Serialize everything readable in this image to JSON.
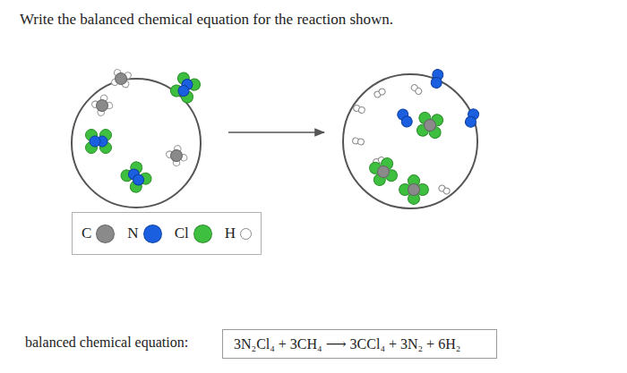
{
  "diagram": {
    "title": "Write the balanced chemical equation for the reaction shown.",
    "nodes": [
      {
        "text": [
          "3N₂Cl₄ + 3CH₄ ⟶ 3CCl₄ + 3N₂ + 6H₂"
        ]
      }
    ],
    "labels": [
      "balanced chemical equation:"
    ],
    "legend": [
      {
        "text": "C",
        "color": "#8a8a8a"
      },
      {
        "text": "N",
        "color": "#1a5fe0"
      },
      {
        "text": "Cl",
        "color": "#3fbf3f"
      },
      {
        "text": "H",
        "color": "#ffffff"
      }
    ]
  }
}
